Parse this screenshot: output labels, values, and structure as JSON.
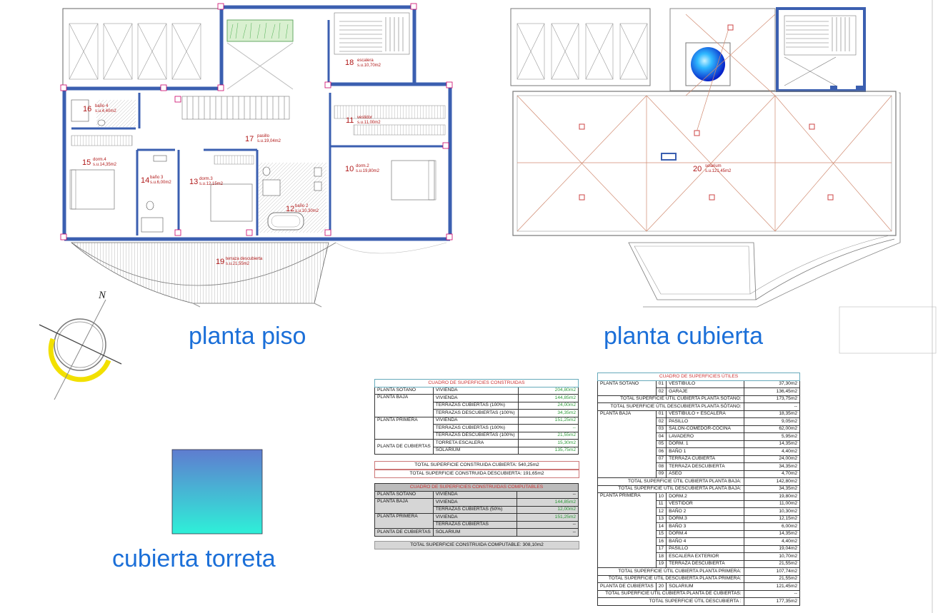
{
  "titles": {
    "floor": "planta piso",
    "roof": "planta cubierta",
    "turret": "cubierta torreta",
    "north": "N"
  },
  "rooms": {
    "r10": {
      "num": "10",
      "name": "dorm.2",
      "area": "s.u.19,80m2"
    },
    "r11": {
      "num": "11",
      "name": "vestidor",
      "area": "s.u.11,00m2"
    },
    "r12": {
      "num": "12",
      "name": "baño 2",
      "area": "s.u.10,30m2"
    },
    "r13": {
      "num": "13",
      "name": "dorm.3",
      "area": "s.u.12,15m2"
    },
    "r14": {
      "num": "14",
      "name": "baño 3",
      "area": "s.u.6,00m2"
    },
    "r15": {
      "num": "15",
      "name": "dorm.4",
      "area": "s.u.14,35m2"
    },
    "r16": {
      "num": "16",
      "name": "baño 4",
      "area": "s.u.4,40m2"
    },
    "r17": {
      "num": "17",
      "name": "pasillo",
      "area": "s.u.19,04m2"
    },
    "r18": {
      "num": "18",
      "name": "escalera",
      "area": "s.u.10,70m2"
    },
    "r19": {
      "num": "19",
      "name": "terraza descubierta",
      "area": "s.u.21,55m2"
    },
    "r20": {
      "num": "20",
      "name": "solarium",
      "area": "s.u.121,45m2"
    }
  },
  "constructed": {
    "title": "CUADRO DE SUPERFICIES CONSTRUIDAS",
    "rows": [
      {
        "floor": "PLANTA SÓTANO",
        "item": "VIVIENDA",
        "value": "204,80m2"
      },
      {
        "floor": "PLANTA BAJA",
        "item": "VIVIENDA",
        "value": "144,85m2"
      },
      {
        "floor": "",
        "item": "TERRAZAS CUBIERTAS (100%)",
        "value": "24,00m2"
      },
      {
        "floor": "",
        "item": "TERRAZAS DESCUBIERTAS (100%)",
        "value": "34,35m2"
      },
      {
        "floor": "PLANTA PRIMERA",
        "item": "VIVIENDA",
        "value": "151,25m2"
      },
      {
        "floor": "",
        "item": "TERRAZAS CUBIERTAS (100%)",
        "value": "--"
      },
      {
        "floor": "",
        "item": "TERRAZAS DESCUBIERTAS (100%)",
        "value": "21,55m2"
      },
      {
        "floor": "PLANTA DE CUBIERTAS",
        "item": "TORRETA ESCALERA",
        "value": "15,30m2"
      },
      {
        "floor": "",
        "item": "SOLARIUM",
        "value": "135,75m2"
      }
    ],
    "total_covered": "TOTAL SUPERFICIE CONSTRUIDA CUBIERTA: 540,25m2",
    "total_uncovered": "TOTAL SUPERFICIE CONSTRUIDA DESCUBIERTA: 191,65m2"
  },
  "computable": {
    "title": "CUADRO DE SUPERFICIES CONSTRUIDAS COMPUTABLES",
    "rows": [
      {
        "floor": "PLANTA SÓTANO",
        "item": "VIVIENDA",
        "value": "--"
      },
      {
        "floor": "PLANTA BAJA",
        "item": "VIVIENDA",
        "value": "144,85m2"
      },
      {
        "floor": "",
        "item": "TERRAZAS CUBIERTAS (50%)",
        "value": "12,00m2"
      },
      {
        "floor": "PLANTA PRIMERA",
        "item": "VIVIENDA",
        "value": "151,25m2"
      },
      {
        "floor": "",
        "item": "TERRAZAS CUBIERTAS",
        "value": "--"
      },
      {
        "floor": "PLANTA DE CUBIERTAS",
        "item": "SOLARIUM",
        "value": "--"
      }
    ],
    "total": "TOTAL SUPERFICIE CONSTRUIDA COMPUTABLE: 308,10m2"
  },
  "useful": {
    "title": "CUADRO DE SUPERFICIES ÚTILES",
    "sotano": {
      "floor": "PLANTA SÓTANO",
      "rows": [
        {
          "n": "01",
          "item": "VESTÍBULO",
          "value": "37,30m2"
        },
        {
          "n": "02",
          "item": "GARAJE",
          "value": "136,45m2"
        }
      ],
      "total_cov": "TOTAL SUPERFICIE ÚTIL CUBIERTA PLANTA SÓTANO:",
      "total_cov_v": "173,75m2",
      "total_unc": "TOTAL SUPERFICIE ÚTIL DESCUBIERTA PLANTA SÓTANO:",
      "total_unc_v": "--"
    },
    "baja": {
      "floor": "PLANTA BAJA",
      "rows": [
        {
          "n": "01",
          "item": "VESTÍBULO + ESCALERA",
          "value": "18,35m2"
        },
        {
          "n": "02",
          "item": "PASILLO",
          "value": "9,05m2"
        },
        {
          "n": "03",
          "item": "SALÓN-COMEDOR-COCINA",
          "value": "62,00m2"
        },
        {
          "n": "04",
          "item": "LAVADERO",
          "value": "5,95m2"
        },
        {
          "n": "05",
          "item": "DORM. 1",
          "value": "14,35m2"
        },
        {
          "n": "06",
          "item": "BAÑO 1",
          "value": "4,40m2"
        },
        {
          "n": "07",
          "item": "TERRAZA CUBIERTA",
          "value": "24,00m2"
        },
        {
          "n": "08",
          "item": "TERRAZA DESCUBIERTA",
          "value": "34,35m2"
        },
        {
          "n": "09",
          "item": "ASEO",
          "value": "4,70m2"
        }
      ],
      "total_cov": "TOTAL SUPERFICIE ÚTIL CUBIERTA PLANTA BAJA:",
      "total_cov_v": "142,80m2",
      "total_unc": "TOTAL SUPERFICIE ÚTIL DESCUBIERTA PLANTA BAJA:",
      "total_unc_v": "34,35m2"
    },
    "primera": {
      "floor": "PLANTA PRIMERA",
      "rows": [
        {
          "n": "10",
          "item": "DORM.2",
          "value": "19,80m2"
        },
        {
          "n": "11",
          "item": "VESTIDOR",
          "value": "11,00m2"
        },
        {
          "n": "12",
          "item": "BAÑO 2",
          "value": "10,30m2"
        },
        {
          "n": "13",
          "item": "DORM.3",
          "value": "12,15m2"
        },
        {
          "n": "14",
          "item": "BAÑO 3",
          "value": "6,00m2"
        },
        {
          "n": "15",
          "item": "DORM.4",
          "value": "14,35m2"
        },
        {
          "n": "16",
          "item": "BAÑO 4",
          "value": "4,40m2"
        },
        {
          "n": "17",
          "item": "PASILLO",
          "value": "19,04m2"
        },
        {
          "n": "18",
          "item": "ESCALERA EXTERIOR",
          "value": "10,70m2"
        },
        {
          "n": "19",
          "item": "TERRAZA DESCUBIERTA",
          "value": "21,55m2"
        }
      ],
      "total_cov": "TOTAL SUPERFICIE ÚTIL CUBIERTA PLANTA PRIMERA:",
      "total_cov_v": "107,74m2",
      "total_unc": "TOTAL SUPERFICIE ÚTIL DESCUBIERTA PLANTA PRIMERA:",
      "total_unc_v": "21,55m2"
    },
    "cubiertas": {
      "floor": "PLANTA DE CUBIERTAS",
      "rows": [
        {
          "n": "20",
          "item": "SOLARIUM",
          "value": "121,45m2"
        }
      ],
      "total_cov": "TOTAL SUPERFICIE ÚTIL CUBIERTA PLANTA DE CUBIERTAS:",
      "total_cov_v": "--",
      "total_unc": "TOTAL SUPERFICIE ÚTIL DESCUBIERTA :",
      "total_unc_v": "177,35m2"
    }
  },
  "colors": {
    "wall": "#3b5fb0",
    "title": "#1b6fd8",
    "label": "#b01818",
    "roof_lines": "#d08a70",
    "green_value": "#2d9b3a"
  }
}
